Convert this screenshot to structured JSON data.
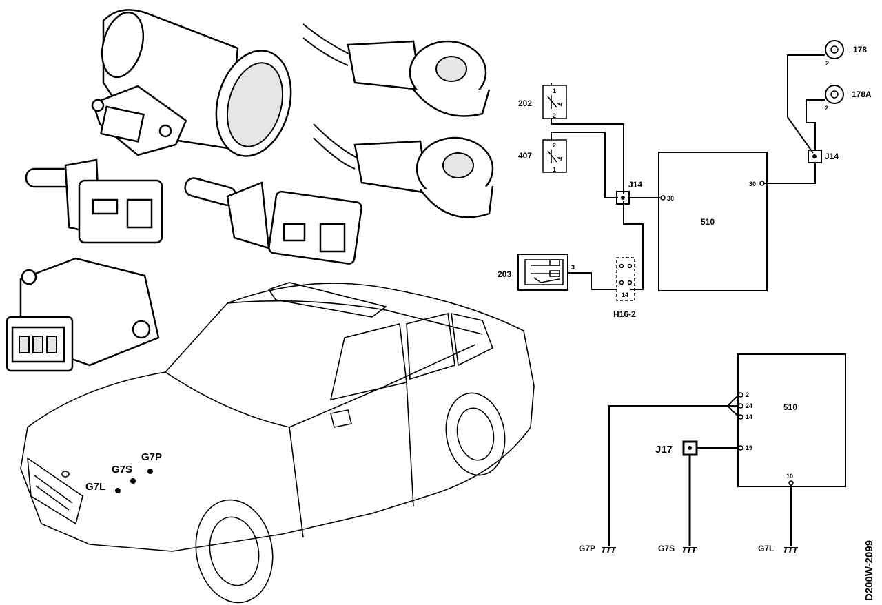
{
  "diagram": {
    "code": "D200W-2099",
    "upper_circuit": {
      "sensor_202": "202",
      "sensor_407": "407",
      "sensor_203": "203",
      "junction_j14_left": "J14",
      "junction_j14_right": "J14",
      "connector_h16": "H16-2",
      "ecu": "510",
      "ecu_pin_left": "30",
      "ecu_pin_right": "30",
      "pin_202_1": "1",
      "pin_202_2": "2",
      "pin_202_sym": "-r",
      "pin_407_2": "2",
      "pin_407_1": "1",
      "pin_407_sym": "-r",
      "pin_203_3": "3",
      "pin_h16_14": "14",
      "knock_178": "178",
      "knock_178a": "178A",
      "pin_178_2": "2",
      "pin_178a_2": "2"
    },
    "lower_circuit": {
      "ecu": "510",
      "pin_2": "2",
      "pin_24": "24",
      "pin_14": "14",
      "pin_19": "19",
      "pin_10": "10",
      "junction_j17": "J17",
      "ground_g7p": "G7P",
      "ground_g7s": "G7S",
      "ground_g7l": "G7L"
    },
    "car_locations": {
      "g7p": "G7P",
      "g7s": "G7S",
      "g7l": "G7L"
    }
  }
}
